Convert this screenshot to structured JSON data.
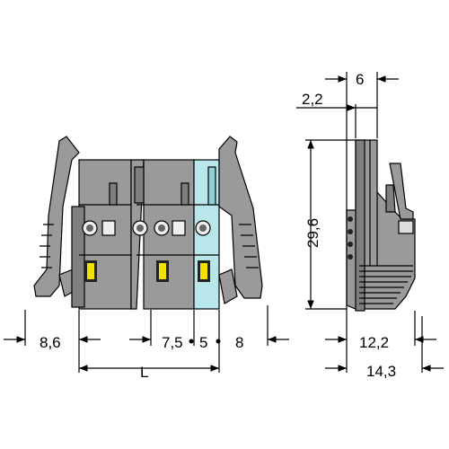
{
  "dimensions": {
    "left_offset": "8,6",
    "pitch": "7,5",
    "five": "5",
    "eight": "8",
    "length_symbol": "L",
    "height": "29,6",
    "top_width": "6",
    "top_offset": "2,2",
    "side_depth_a": "12,2",
    "side_depth_b": "14,3"
  },
  "colors": {
    "housing": "#9a9a9a",
    "housing_dark": "#7f7f7f",
    "highlight_pole": "#b8e6ea",
    "release_button": "#f2e200"
  }
}
